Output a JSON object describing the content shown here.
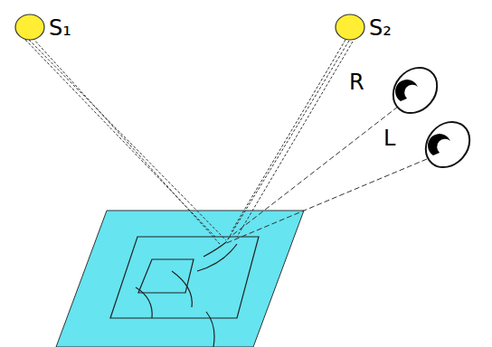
{
  "diagram": {
    "labels": [
      "S₁",
      "S₂",
      "R",
      "L"
    ]
  }
}
